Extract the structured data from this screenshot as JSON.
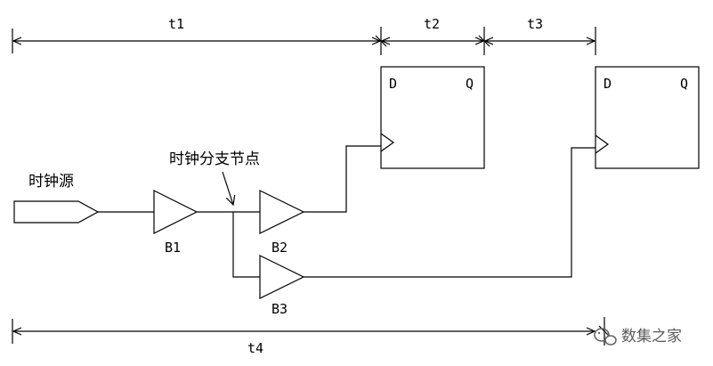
{
  "timing": {
    "t1": "t1",
    "t2": "t2",
    "t3": "t3",
    "t4": "t4"
  },
  "flip_flops": [
    {
      "d": "D",
      "q": "Q"
    },
    {
      "d": "D",
      "q": "Q"
    }
  ],
  "buffers": {
    "b1": "B1",
    "b2": "B2",
    "b3": "B3"
  },
  "labels": {
    "clock_source": "时钟源",
    "branch_node": "时钟分支节点"
  },
  "watermark": {
    "text": "数集之家",
    "icon": "wechat-icon"
  }
}
